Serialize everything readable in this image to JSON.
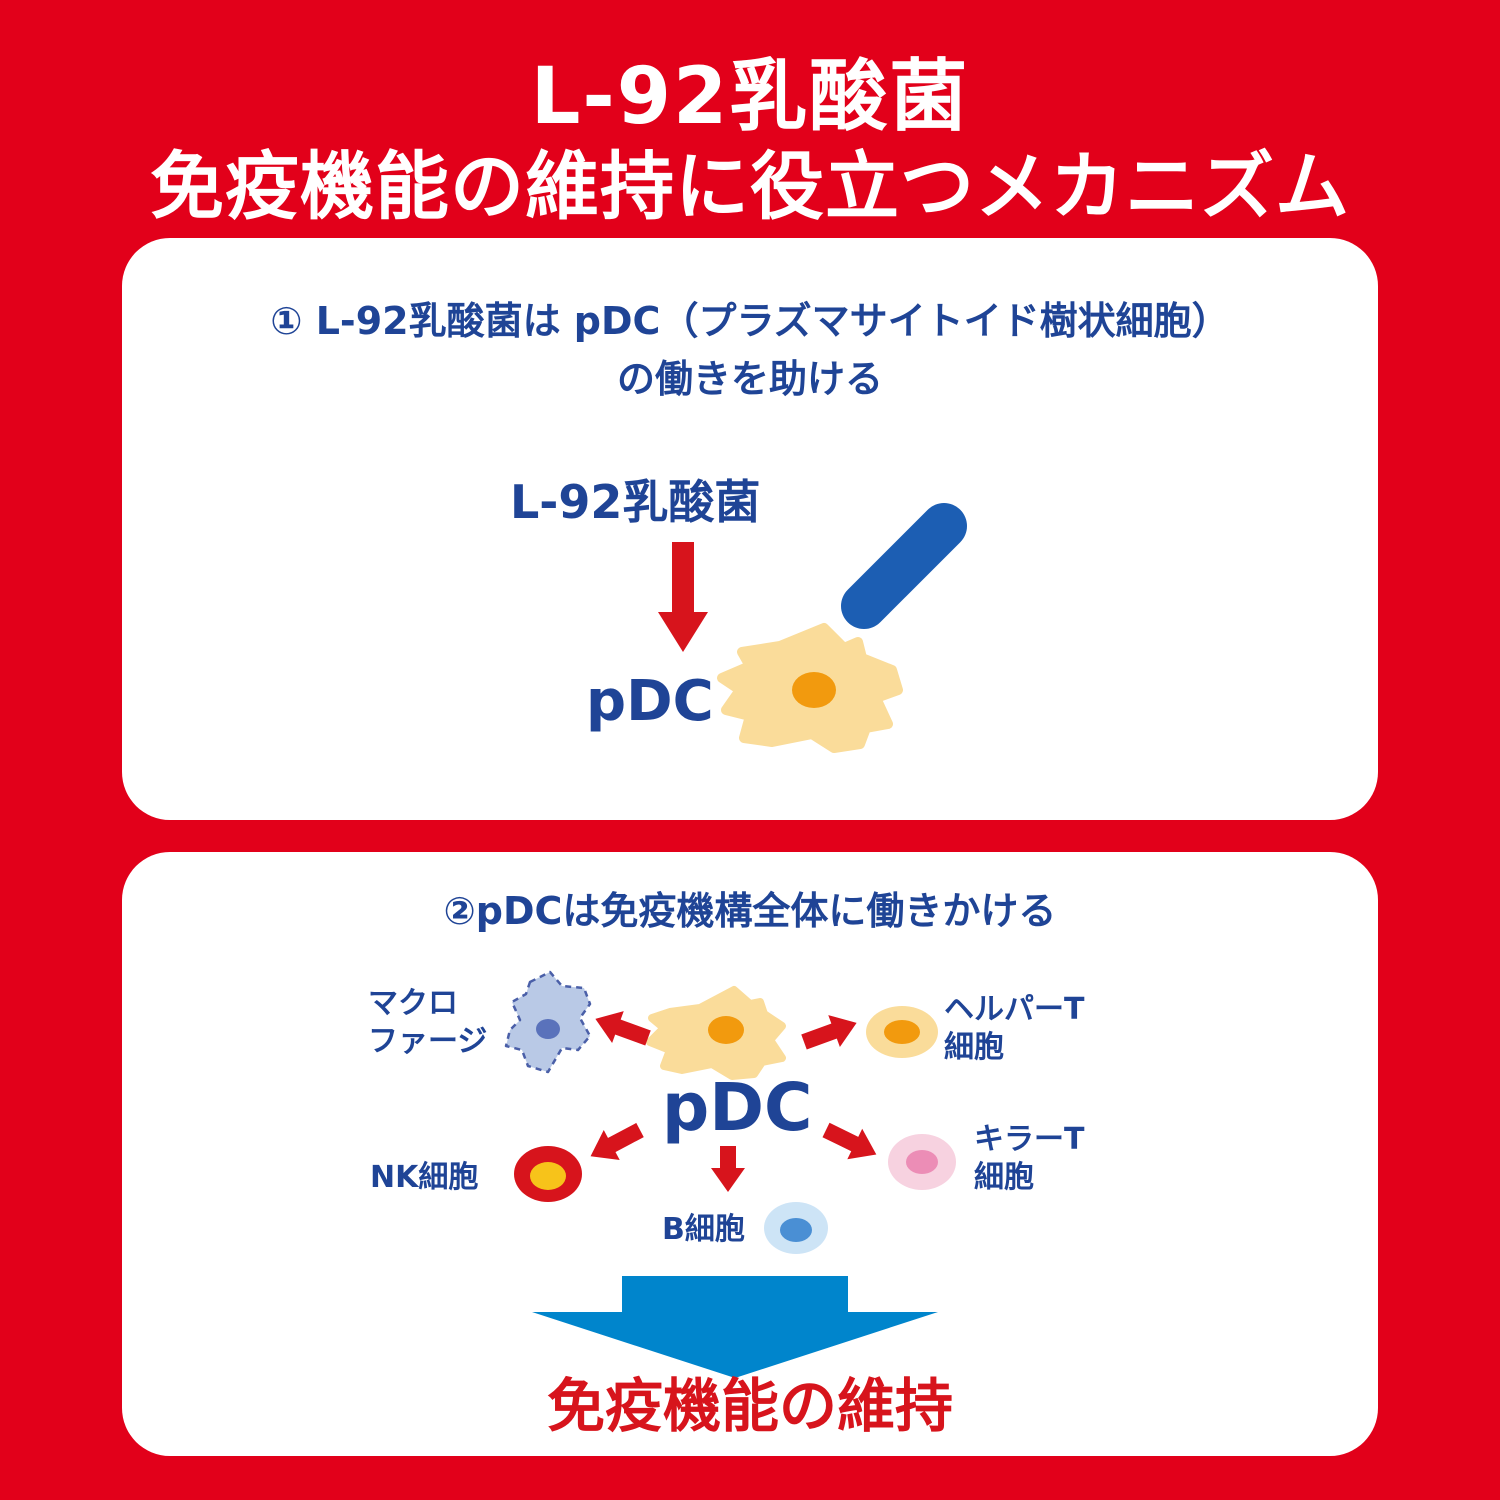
{
  "header": {
    "title_line1": "L-92乳酸菌",
    "title_line2": "免疫機能の維持に役立つメカニズム"
  },
  "panel1": {
    "heading_line1": "① L-92乳酸菌は pDC（プラズマサイトイド樹状細胞）",
    "heading_line2": "の働きを助ける",
    "bacteria_label": "L-92乳酸菌",
    "pdc_label": "pDC",
    "icons": [
      "lactic-acid-bacteria-icon",
      "pdc-cell-icon"
    ]
  },
  "panel2": {
    "heading": "②pDCは免疫機構全体に働きかける",
    "center_label": "pDC",
    "cells": {
      "macrophage": {
        "line1": "マクロ",
        "line2": "ファージ"
      },
      "helper_t": {
        "line1": "ヘルパーT",
        "line2": "細胞"
      },
      "nk": {
        "label": "NK細胞"
      },
      "b_cell": {
        "label": "B細胞"
      },
      "killer_t": {
        "line1": "キラーT",
        "line2": "細胞"
      }
    },
    "result": "免疫機能の維持"
  },
  "colors": {
    "background": "#e2001a",
    "text_blue": "#1f4496",
    "arrow_red": "#d7141c",
    "result_arrow": "#0085cc",
    "pdc_body": "#fadc9a",
    "pdc_nucleus": "#f29a0e"
  }
}
